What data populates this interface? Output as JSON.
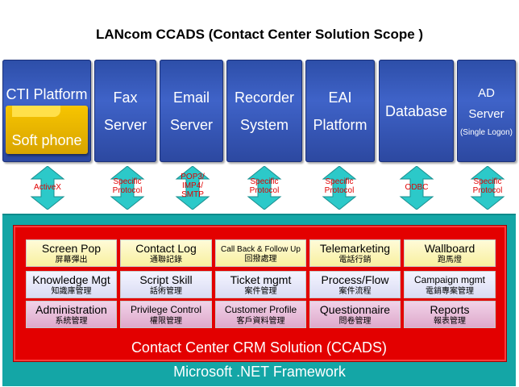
{
  "title": "LANcom CCADS (Contact Center Solution Scope )",
  "systems": {
    "cti": {
      "line1": "CTI Platform",
      "soft": "Soft phone"
    },
    "fax": {
      "line1": "Fax",
      "line2": "Server"
    },
    "email": {
      "line1": "Email",
      "line2": "Server"
    },
    "recorder": {
      "line1": "Recorder",
      "line2": "System"
    },
    "eai": {
      "line1": "EAI",
      "line2": "Platform"
    },
    "database": {
      "line1": "Database"
    },
    "ad": {
      "line1": "AD",
      "line2": "Server",
      "line3": "(Single Logon)"
    }
  },
  "protocols": {
    "cti": [
      "ActiveX"
    ],
    "fax": [
      "Specific",
      "Protocol"
    ],
    "email": [
      "POP3/",
      "IMP4/",
      "SMTP"
    ],
    "recorder": [
      "Specific",
      "Protocol"
    ],
    "eai": [
      "Specific",
      "Protocol"
    ],
    "database": [
      "ODBC"
    ],
    "ad": [
      "Specific",
      "Protocol"
    ]
  },
  "modules": {
    "row1": [
      {
        "en": "Screen Pop",
        "zh": "屏幕彈出"
      },
      {
        "en": "Contact Log",
        "zh": "通聯記錄"
      },
      {
        "en": "Call Back  & Follow Up",
        "zh": "回撥處理"
      },
      {
        "en": "Telemarketing",
        "zh": "電話行銷"
      },
      {
        "en": "Wallboard",
        "zh": "跑馬燈"
      }
    ],
    "row2": [
      {
        "en": "Knowledge Mgt",
        "zh": "知識庫管理"
      },
      {
        "en": "Script Skill",
        "zh": "話術管理"
      },
      {
        "en": "Ticket mgmt",
        "zh": "案件管理"
      },
      {
        "en": "Process/Flow",
        "zh": "案件流程"
      },
      {
        "en": "Campaign mgmt",
        "zh": "電銷專案管理"
      }
    ],
    "row3": [
      {
        "en": "Administration",
        "zh": "系統管理"
      },
      {
        "en": "Privilege Control",
        "zh": "權限管理"
      },
      {
        "en": "Customer Profile",
        "zh": "客戶資料管理"
      },
      {
        "en": "Questionnaire",
        "zh": "問卷管理"
      },
      {
        "en": "Reports",
        "zh": "報表管理"
      }
    ]
  },
  "crm_label": "Contact Center CRM Solution  (CCADS)",
  "net_label": "Microsoft .NET Framework",
  "colors": {
    "system_blue": "#3f63c8",
    "softphone_gold": "#f7c500",
    "arrow_cyan": "#2cc9c9",
    "framework_teal": "#14a6a6",
    "crm_red": "#e30000",
    "protocol_red": "#e00000"
  }
}
